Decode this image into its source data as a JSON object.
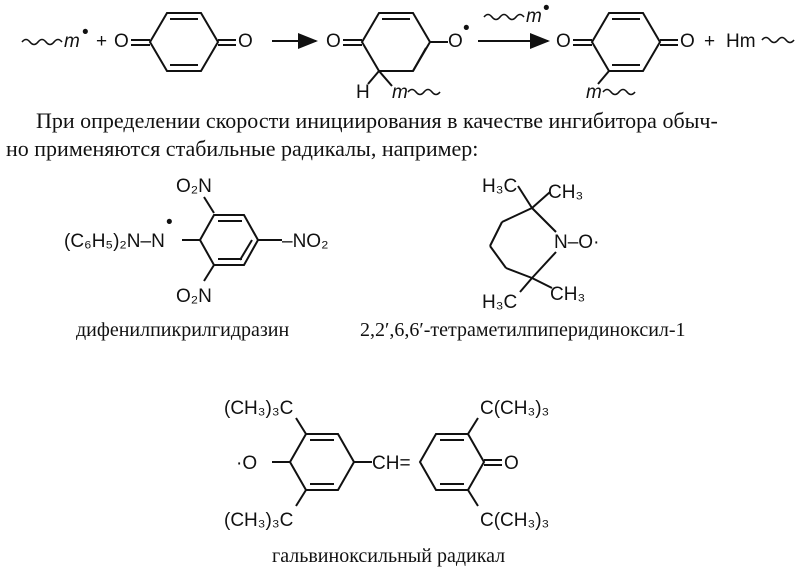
{
  "reaction": {
    "reactant_radical": "m",
    "oxygen": "O",
    "plus": "+",
    "hydrogen": "H",
    "reagent_radical": "m",
    "product_h": "Hm"
  },
  "text": {
    "line1": "При определении скорости инициирования в качестве ингибитора обыч-",
    "line2": "но применяются стабильные радикалы, например:"
  },
  "dpph": {
    "no2_top": "O₂N",
    "no2_right": "–NO₂",
    "no2_bottom": "O₂N",
    "left_group": "(C₆H₅)₂N–N",
    "caption": "дифенилпикрилгидразин"
  },
  "tempo": {
    "h3c_top": "H₃C",
    "ch3_top": "CH₃",
    "h3c_bottom": "H₃C",
    "ch3_bottom": "CH₃",
    "n_o": "N–O·",
    "caption": "2,2′,6,6′-тетраметилпиперидиноксил-1"
  },
  "galvinoxyl": {
    "left_top": "(CH₃)₃C",
    "left_bottom": "(CH₃)₃C",
    "right_top": "C(CH₃)₃",
    "right_bottom": "C(CH₃)₃",
    "o_radical": "·O",
    "ch_bridge": "CH=",
    "o_ketone": "O",
    "caption": "гальвиноксильный радикал"
  }
}
